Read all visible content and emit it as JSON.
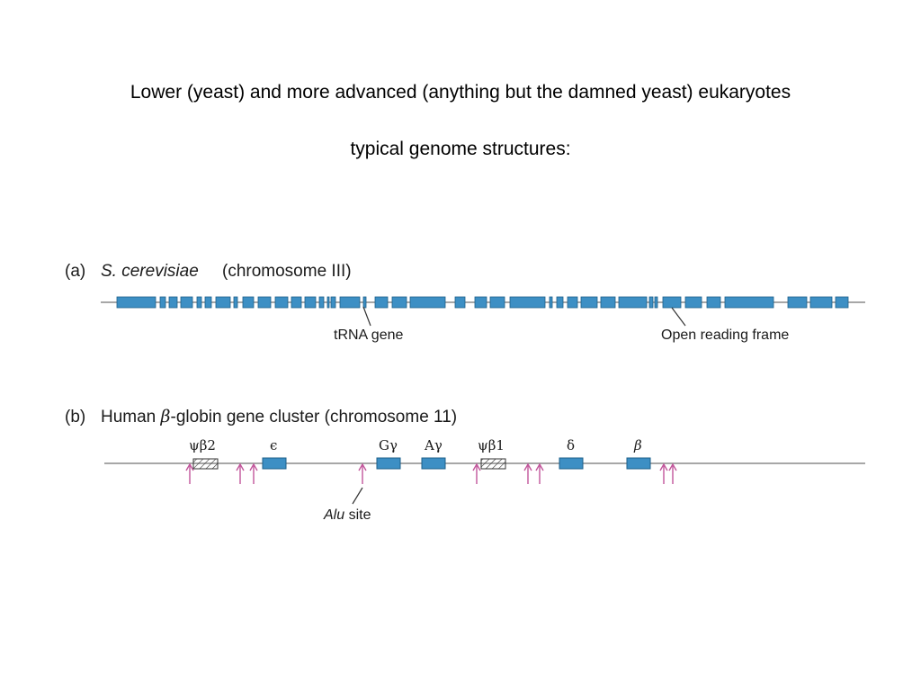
{
  "slide": {
    "title": "Lower (yeast) and more advanced (anything but the damned yeast) eukaryotes",
    "subtitle": "typical genome structures:"
  },
  "panel_a": {
    "letter": "(a)",
    "species": "S. cerevisiae",
    "chromosome": "(chromosome III)",
    "trna_label": "tRNA gene",
    "orf_label": "Open reading frame"
  },
  "panel_b": {
    "letter": "(b)",
    "title_prefix": "Human ",
    "beta": "β",
    "title_suffix": "-globin gene cluster (chromosome 11)",
    "alu_label_italic": "Alu",
    "alu_label_rest": " site",
    "genes": {
      "psi_beta2": "ψβ2",
      "epsilon": "ϵ",
      "g_gamma": "Gγ",
      "a_gamma": "Aγ",
      "psi_beta1": "ψβ1",
      "delta": "δ",
      "beta": "β"
    }
  },
  "colors": {
    "gene_fill": "#3d8fc4",
    "gene_stroke": "#1c5f8a",
    "arrow": "#c2559b",
    "line": "#8a8a8a"
  }
}
